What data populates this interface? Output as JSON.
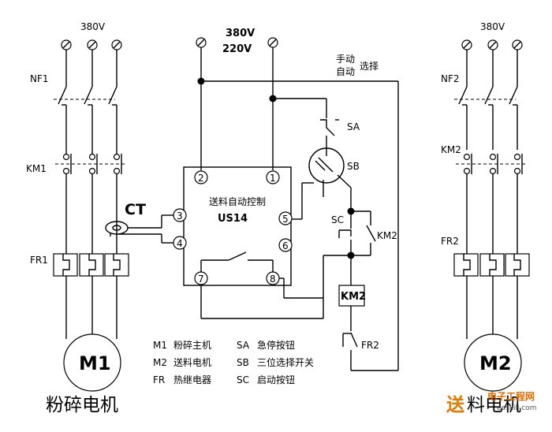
{
  "supply": {
    "left_voltage": "380V",
    "center_voltage_1": "380V",
    "center_voltage_2": "220V",
    "right_voltage": "380V"
  },
  "labels": {
    "nf1": "NF1",
    "nf2": "NF2",
    "km1": "KM1",
    "km2_right": "KM2",
    "fr1": "FR1",
    "fr2_right": "FR2",
    "ct": "CT",
    "m1": "M1",
    "m2": "M2",
    "manual_auto_1": "手动",
    "manual_auto_2": "自动",
    "select": "选择",
    "sa": "SA",
    "sb": "SB",
    "sc": "SC",
    "km2_contact": "KM2",
    "km2_coil": "KM2",
    "fr2_contact": "FR2",
    "controller_title": "送料自动控制",
    "controller_model": "US14"
  },
  "terminals": [
    "1",
    "2",
    "3",
    "4",
    "5",
    "6",
    "7",
    "8"
  ],
  "legend": [
    {
      "code": "M1",
      "desc": "粉碎主机",
      "code2": "SA",
      "desc2": "急停按钮"
    },
    {
      "code": "M2",
      "desc": "送料电机",
      "code2": "SB",
      "desc2": "三位选择开关"
    },
    {
      "code": "FR",
      "desc": "热继电器",
      "code2": "SC",
      "desc2": "启动按钮"
    }
  ],
  "captions": {
    "left": "粉碎电机",
    "right_1": "送",
    "right_2": "料电机"
  },
  "watermark": {
    "main": "电子工程网",
    "sub": "eeskill.com"
  }
}
